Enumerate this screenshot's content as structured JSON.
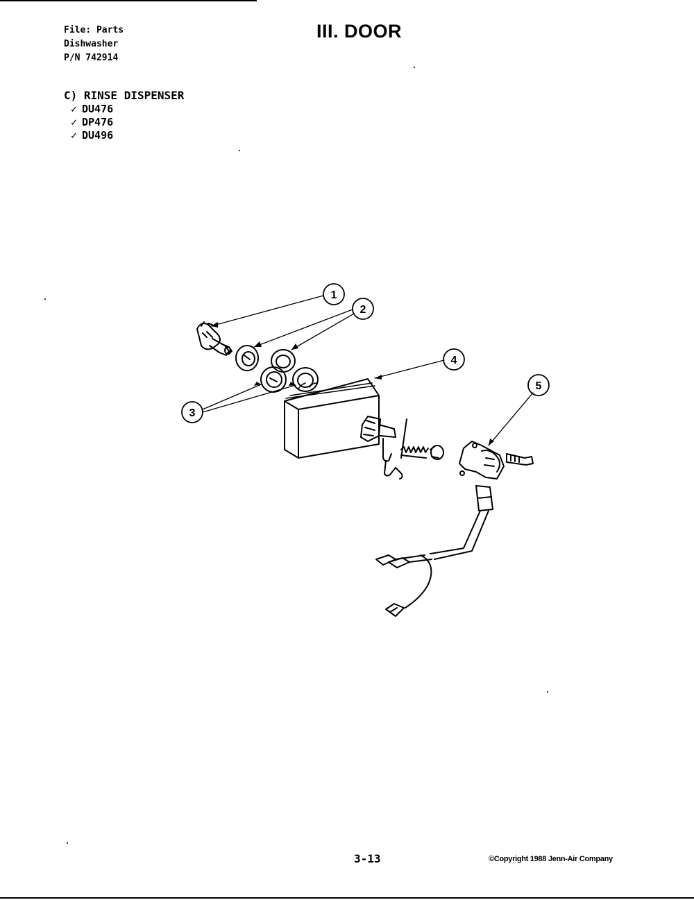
{
  "header": {
    "file_line": "File: Parts",
    "product_line": "Dishwasher",
    "pn_line": "P/N 742914",
    "title": "III. DOOR"
  },
  "section": {
    "heading": "C) RINSE DISPENSER",
    "models": [
      {
        "check": "✓",
        "name": "DU476"
      },
      {
        "check": "✓",
        "name": "DP476"
      },
      {
        "check": "✓",
        "name": "DU496"
      }
    ]
  },
  "callouts": [
    "1",
    "2",
    "3",
    "4",
    "5"
  ],
  "footer": {
    "page_number": "3-13",
    "copyright": "©Copyright 1988 Jenn-Air Company"
  },
  "icons": {
    "check": "check-mark-icon"
  }
}
